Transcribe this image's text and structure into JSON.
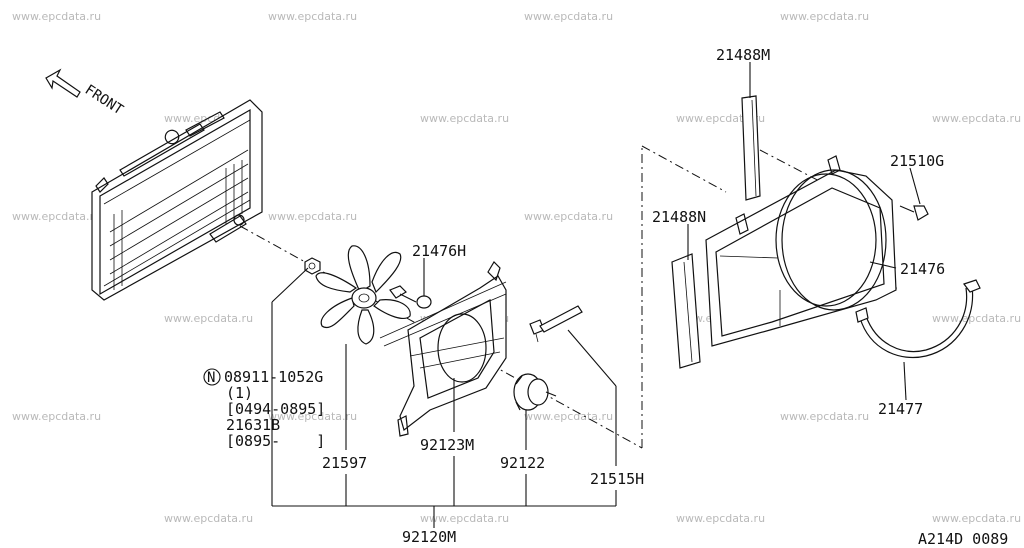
{
  "watermark": "www.epcdata.ru",
  "diagram_id": "A214D 0089",
  "front_label": "FRONT",
  "labels": {
    "p21488M": "21488M",
    "p21488N": "21488N",
    "p21510G": "21510G",
    "p21476": "21476",
    "p21477": "21477",
    "p21476H": "21476H",
    "p21597": "21597",
    "p92123M": "92123M",
    "p92122": "92122",
    "p21515H": "21515H",
    "p92120M": "92120M",
    "nut_prefix": "N",
    "nut_code": "08911-1052G",
    "nut_qty": "(1)",
    "nut_date": "[0494-0895]",
    "nut_alt": "21631B",
    "nut_alt_date": "[0895-    ]"
  }
}
